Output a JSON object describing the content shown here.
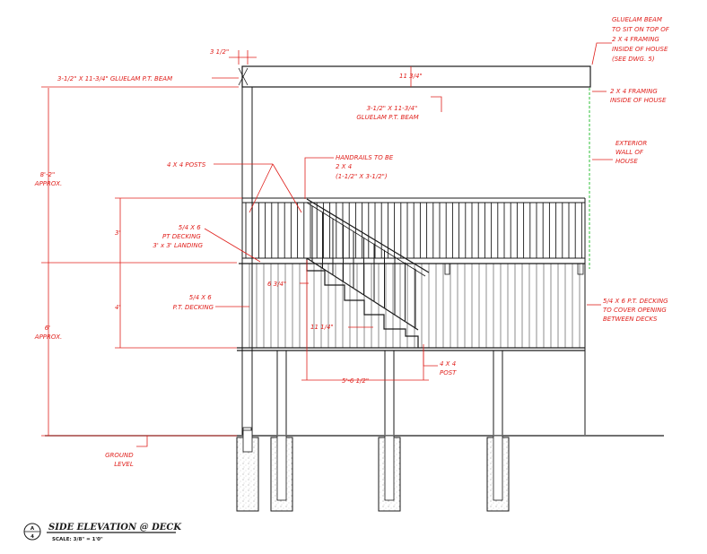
{
  "drawing": {
    "title": "SIDE ELEVATION @ DECK",
    "scale_text": "SCALE: 3/8\" = 1'0\"",
    "detail_number": "A",
    "sheet_number": "4"
  },
  "labels": {
    "beam_width": "3 1/2\"",
    "beam_left": "3-1/2\" X 11-3/4\" GLUELAM P.T. BEAM",
    "beam_depth": "11 3/4\"",
    "beam_center": [
      "3-1/2\" X 11-3/4\"",
      "GLUELAM P.T. BEAM"
    ],
    "gluelam_note": [
      "GLUELAM BEAM",
      "TO SIT ON TOP OF",
      "2 X 4 FRAMING",
      "INSIDE OF HOUSE",
      "(SEE DWG. 5)"
    ],
    "framing_note": [
      "2 X 4 FRAMING",
      "INSIDE OF HOUSE"
    ],
    "exterior_wall": [
      "EXTERIOR",
      "WALL OF",
      "HOUSE"
    ],
    "posts_4x4": "4 X 4 POSTS",
    "handrails": [
      "HANDRAILS TO BE",
      "2 X 4",
      "(1-1/2\" X 3-1/2\")"
    ],
    "height_upper": [
      "8'-2\"",
      "APPROX."
    ],
    "rail_height": "3'",
    "upper_decking": [
      "5/4 X 6",
      "PT DECKING",
      "3' x 3' LANDING"
    ],
    "riser": "6 3/4\"",
    "lower_deck_height": "4'",
    "lower_decking": [
      "5/4 X 6",
      "P.T. DECKING"
    ],
    "tread": "11 1/4\"",
    "height_lower": [
      "6'",
      "APPROX."
    ],
    "right_decking": [
      "5/4 X 6 P.T. DECKING",
      "TO COVER OPENING",
      "BETWEEN DECKS"
    ],
    "post_4x4": [
      "4 X 4",
      "POST"
    ],
    "stair_run": "5'-6 1/2\"",
    "ground_level": [
      "GROUND",
      "LEVEL"
    ]
  }
}
